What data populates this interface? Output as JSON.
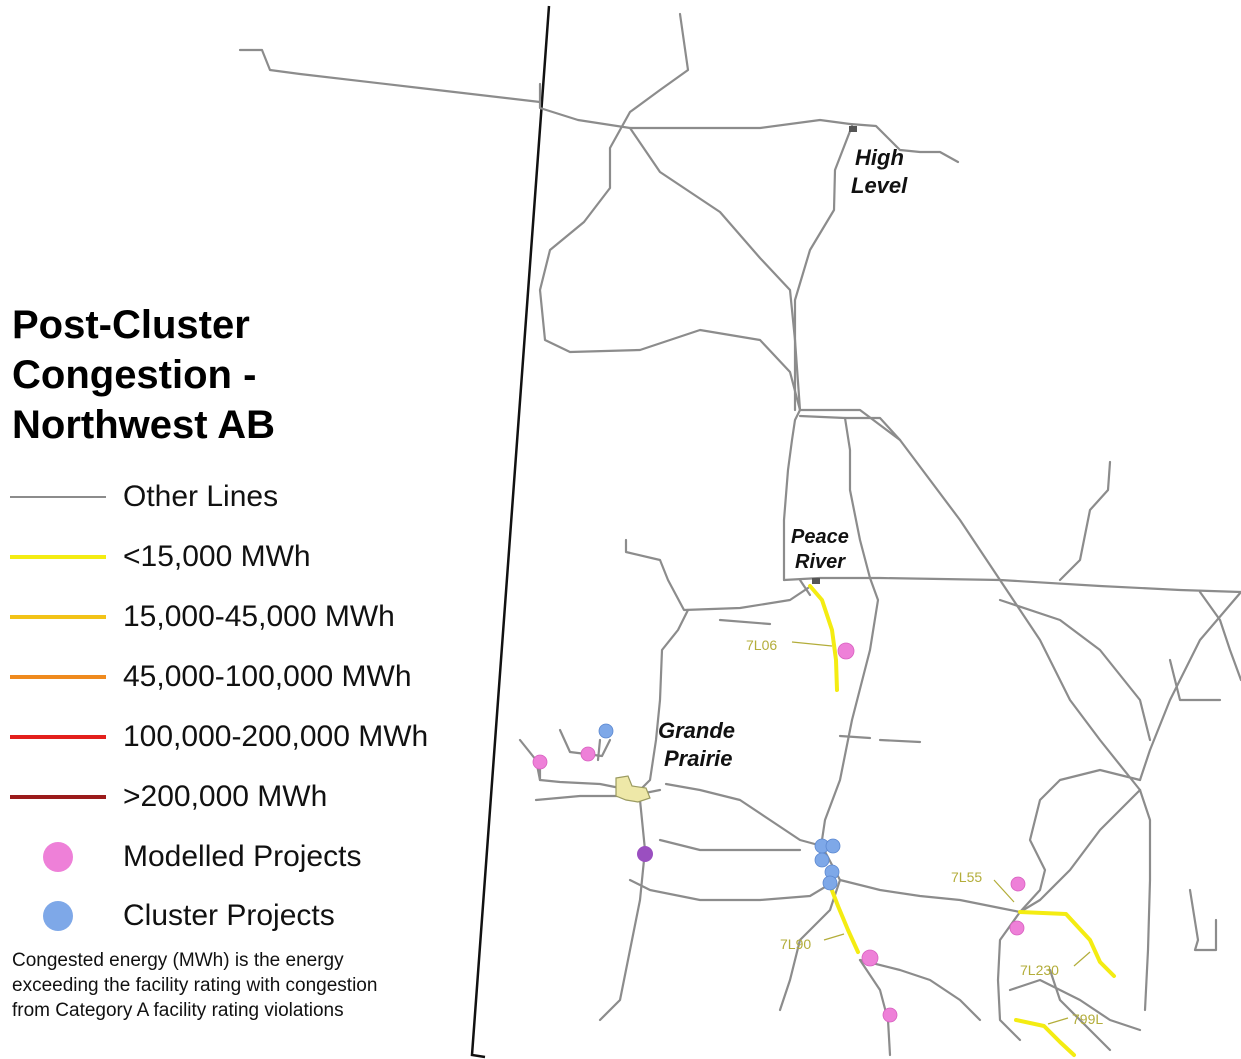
{
  "legend": {
    "title_lines": [
      "Post-Cluster",
      "Congestion -",
      "Northwest AB"
    ],
    "items": [
      {
        "label": "Other Lines",
        "kind": "line",
        "color": "#808080"
      },
      {
        "label": "<15,000 MWh",
        "kind": "line",
        "color": "#f4ec12"
      },
      {
        "label": "15,000-45,000 MWh",
        "kind": "line",
        "color": "#f2c318"
      },
      {
        "label": "45,000-100,000 MWh",
        "kind": "line",
        "color": "#ef8a1e"
      },
      {
        "label": "100,000-200,000 MWh",
        "kind": "line",
        "color": "#e3201c"
      },
      {
        "label": ">200,000 MWh",
        "kind": "line",
        "color": "#9b1b1b"
      },
      {
        "label": "Modelled Projects",
        "kind": "dot",
        "color": "#ee80d8"
      },
      {
        "label": "Cluster Projects",
        "kind": "dot",
        "color": "#7ea8e8"
      }
    ],
    "note": "Congested energy (MWh) is the energy exceeding the facility rating with congestion from Category A facility rating violations"
  },
  "places": {
    "high_level": [
      "High",
      "Level"
    ],
    "peace_river": [
      "Peace",
      "River"
    ],
    "grande_prairie": [
      "Grande",
      "Prairie"
    ]
  },
  "line_tags": {
    "l7l06": "7L06",
    "l7l55": "7L55",
    "l7l90": "7L90",
    "l7l230": "7L230",
    "l799l": "799L"
  },
  "colors": {
    "other_lines": "#808080",
    "congested": "#f4ec12",
    "tag_text": "#b3ad3a",
    "modelled": "#ee80d8",
    "cluster": "#7ea8e8",
    "purple": "#9a4fc0",
    "city": "#eee8a8"
  }
}
